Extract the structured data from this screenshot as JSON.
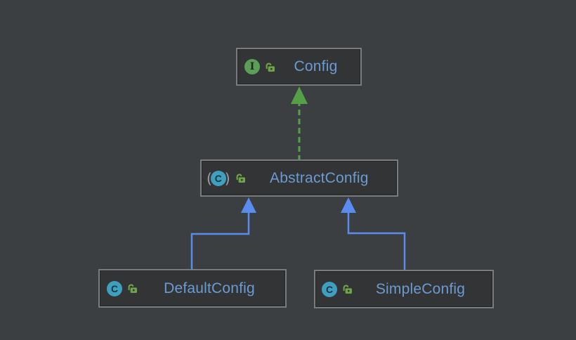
{
  "diagram": {
    "kind": "uml-class-diagram",
    "nodes": {
      "config": {
        "label": "Config",
        "element_kind": "interface",
        "icon_letter": "I",
        "visibility": "public"
      },
      "abstract_config": {
        "label": "AbstractConfig",
        "element_kind": "abstract class",
        "icon_letter": "C",
        "paren_open": "(",
        "paren_close": ")",
        "visibility": "public"
      },
      "default_config": {
        "label": "DefaultConfig",
        "element_kind": "class",
        "icon_letter": "C",
        "visibility": "public"
      },
      "simple_config": {
        "label": "SimpleConfig",
        "element_kind": "class",
        "icon_letter": "C",
        "visibility": "public"
      }
    },
    "edges": [
      {
        "from": "AbstractConfig",
        "to": "Config",
        "type": "implements",
        "line": "dashed"
      },
      {
        "from": "DefaultConfig",
        "to": "AbstractConfig",
        "type": "extends",
        "line": "solid"
      },
      {
        "from": "SimpleConfig",
        "to": "AbstractConfig",
        "type": "extends",
        "line": "solid"
      }
    ]
  },
  "colors": {
    "canvas_bg": "#3C3F41",
    "node_bg": "#323436",
    "node_border": "#7A7D7F",
    "label_blue": "#6C9BD2",
    "interface_icon_green": "#5A9E58",
    "class_icon_teal": "#3EA0BE",
    "lock_icon_green": "#6FA348",
    "implements_edge_green": "#55A046",
    "extends_edge_blue": "#5A8CF0"
  }
}
